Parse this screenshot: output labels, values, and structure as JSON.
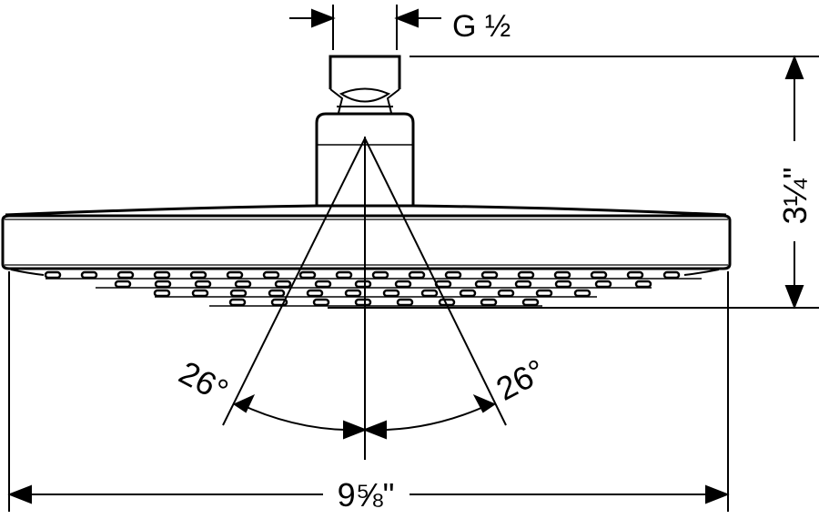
{
  "drawing": {
    "title": "Shower head dimension drawing",
    "labels": {
      "thread": "G ½",
      "height": "3¼\"",
      "spray_angle_left": "26°",
      "spray_angle_right": "26°",
      "diameter": "9⅝\""
    },
    "colors": {
      "line": "#000000",
      "background": "#ffffff"
    }
  }
}
